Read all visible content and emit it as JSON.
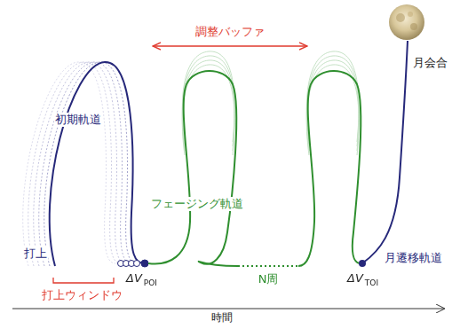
{
  "diagram": {
    "labels": [
      "調整バッファ",
      "月会合",
      "初期軌道",
      "フェージング軌道",
      "打上",
      "打上ウィンドウ",
      "ΔV",
      "POI",
      "N周",
      "ΔV",
      "TOI",
      "月遷移軌道",
      "時間"
    ]
  }
}
